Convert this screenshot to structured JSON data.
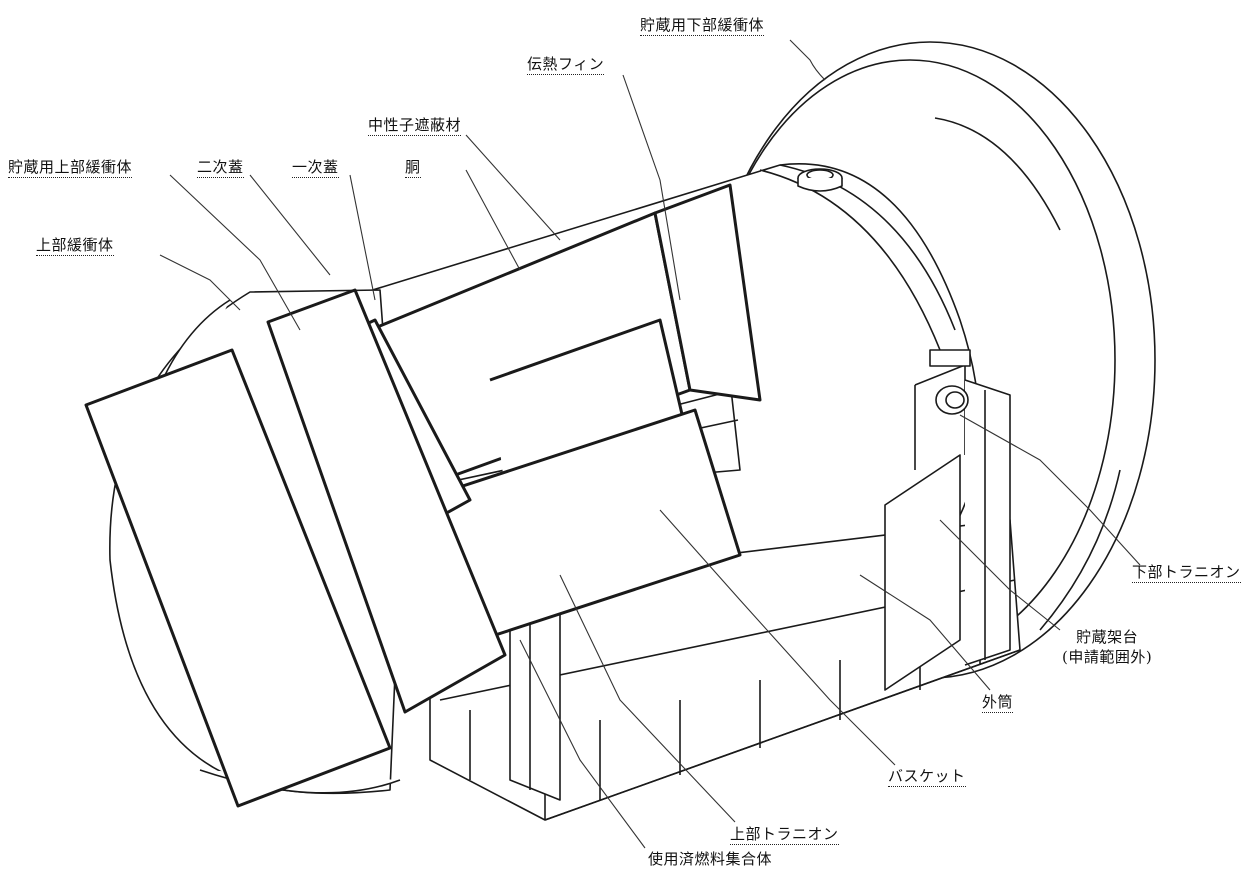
{
  "labels": {
    "storage_lower_shock_absorber": "貯蔵用下部緩衝体",
    "heat_transfer_fin": "伝熱フィン",
    "neutron_shield": "中性子遮蔽材",
    "storage_upper_shock_absorber": "貯蔵用上部緩衝体",
    "secondary_lid": "二次蓋",
    "primary_lid": "一次蓋",
    "body": "胴",
    "upper_shock_absorber": "上部緩衝体",
    "lower_trunnion": "下部トラニオン",
    "storage_stand": "貯蔵架台",
    "storage_stand_note": "(申請範囲外)",
    "outer_shell": "外筒",
    "basket": "バスケット",
    "upper_trunnion": "上部トラニオン",
    "spent_fuel_assembly": "使用済燃料集合体"
  },
  "colors": {
    "line": "#1a1a1a",
    "background": "#ffffff",
    "leader": "#333333"
  }
}
